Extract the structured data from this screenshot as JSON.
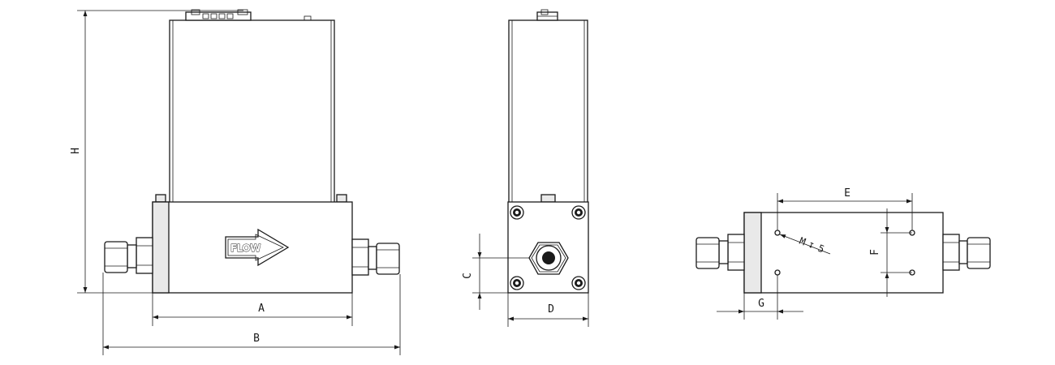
{
  "diagram": {
    "flow_label": "FLOW",
    "dimensions": {
      "H": "H",
      "A": "A",
      "B": "B",
      "C": "C",
      "D": "D",
      "E": "E",
      "F": "F",
      "G": "G"
    },
    "hole_callout": {
      "thread": "M",
      "depth_symbol": "↧",
      "depth": "5"
    }
  }
}
